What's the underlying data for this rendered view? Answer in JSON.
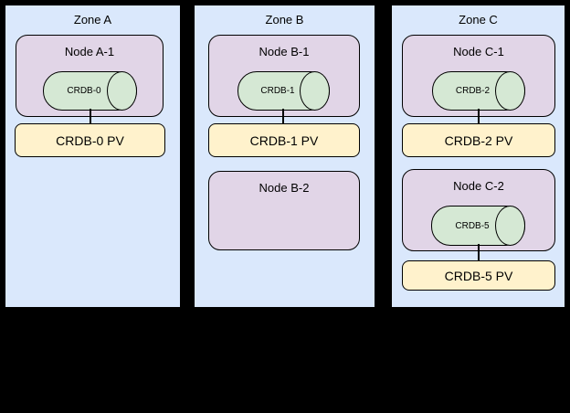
{
  "colors": {
    "background": "#000000",
    "zone_fill": "#dae8fc",
    "node_fill": "#e1d5e7",
    "database_fill": "#d5e8d4",
    "pv_fill": "#fff2cc",
    "border": "#000000"
  },
  "zones": [
    {
      "title": "Zone A",
      "nodes": [
        {
          "title": "Node A-1",
          "db": "CRDB-0",
          "pv": "CRDB-0 PV"
        }
      ]
    },
    {
      "title": "Zone B",
      "nodes": [
        {
          "title": "Node B-1",
          "db": "CRDB-1",
          "pv": "CRDB-1 PV"
        },
        {
          "title": "Node B-2"
        }
      ]
    },
    {
      "title": "Zone C",
      "nodes": [
        {
          "title": "Node C-1",
          "db": "CRDB-2",
          "pv": "CRDB-2 PV"
        },
        {
          "title": "Node C-2",
          "db": "CRDB-5",
          "pv": "CRDB-5 PV"
        }
      ]
    }
  ]
}
